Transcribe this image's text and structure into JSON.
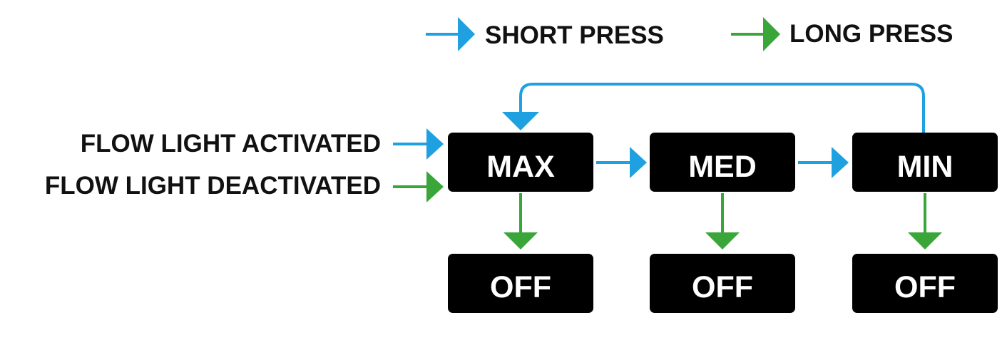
{
  "colors": {
    "short_press": "#1fa0e0",
    "long_press": "#3aa63a",
    "box_fill": "#000000",
    "box_text": "#ffffff",
    "label_text": "#111111"
  },
  "legend": {
    "short_press": {
      "label": "SHORT PRESS",
      "icon": "right-arrow-icon"
    },
    "long_press": {
      "label": "LONG PRESS",
      "icon": "right-arrow-icon"
    }
  },
  "inputs": {
    "activated": "FLOW LIGHT ACTIVATED",
    "deactivated": "FLOW LIGHT DEACTIVATED"
  },
  "states": {
    "max": "MAX",
    "med": "MED",
    "min": "MIN"
  },
  "off_states": {
    "max": "OFF",
    "med": "OFF",
    "min": "OFF"
  }
}
